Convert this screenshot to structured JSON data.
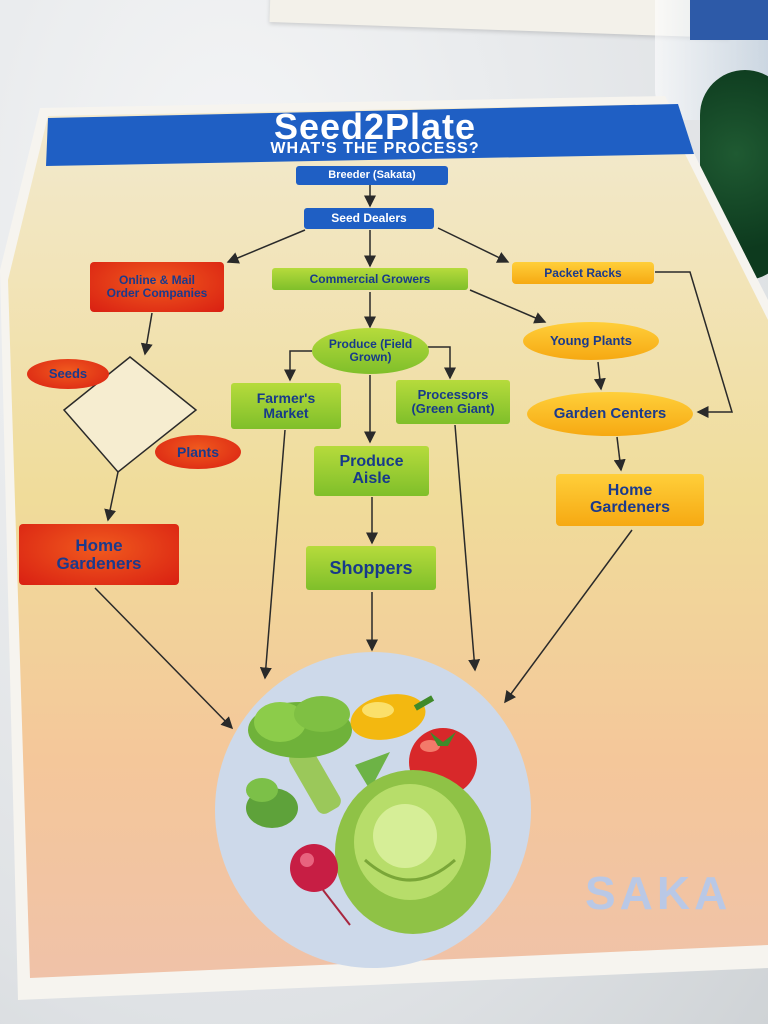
{
  "header": {
    "title": "Seed2Plate",
    "subtitle": "WHAT'S THE PROCESS?"
  },
  "nodes": {
    "breeder": "Breeder (Sakata)",
    "seed_dealers": "Seed Dealers",
    "online_mail_order": "Online & Mail Order Companies",
    "commercial_growers": "Commercial Growers",
    "packet_racks": "Packet Racks",
    "produce_field_grown": "Produce (Field Grown)",
    "young_plants": "Young Plants",
    "seeds": "Seeds",
    "plants": "Plants",
    "farmers_market": "Farmer's Market",
    "processors": "Processors (Green Giant)",
    "garden_centers": "Garden Centers",
    "produce_aisle": "Produce Aisle",
    "home_gardeners_left": "Home Gardeners",
    "home_gardeners_right": "Home Gardeners",
    "shoppers": "Shoppers"
  },
  "brand_watermark": "SAKA",
  "colors": {
    "header_bar": "#1f5fc4",
    "red_nodes": "#e3341a",
    "green_nodes": "#96cc30",
    "yellow_nodes": "#f8b81c",
    "arrow": "#2a2a2a"
  }
}
